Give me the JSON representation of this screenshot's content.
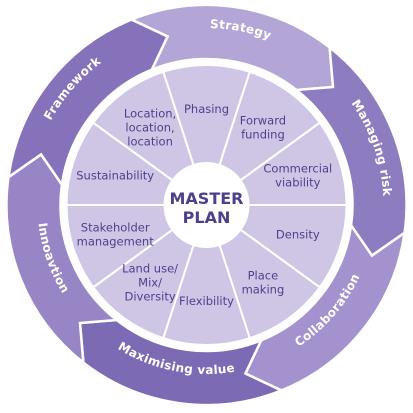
{
  "diagram": {
    "center": {
      "lines": [
        "MASTER",
        "PLAN"
      ]
    },
    "outer_ring": [
      {
        "label": "Strategy",
        "color": "#b3a5d6"
      },
      {
        "label": "Managing risk",
        "color": "#8d7cc0"
      },
      {
        "label": "Collaboration",
        "color": "#a392ce"
      },
      {
        "label": "Maximising value",
        "color": "#7c6ab5"
      },
      {
        "label": "Innoavtion",
        "color": "#9785c6"
      },
      {
        "label": "Framework",
        "color": "#8672bb"
      }
    ],
    "inner_segments": [
      {
        "lines": [
          "Phasing"
        ]
      },
      {
        "lines": [
          "Forward",
          "funding"
        ]
      },
      {
        "lines": [
          "Commercial",
          "viability"
        ]
      },
      {
        "lines": [
          "Density"
        ]
      },
      {
        "lines": [
          "Place",
          "making"
        ]
      },
      {
        "lines": [
          "Flexibility"
        ]
      },
      {
        "lines": [
          "Land use/",
          "Mix/",
          "Diversity"
        ]
      },
      {
        "lines": [
          "Stakeholder",
          "management"
        ]
      },
      {
        "lines": [
          "Sustainability"
        ]
      },
      {
        "lines": [
          "Location,",
          "location,",
          "location"
        ]
      }
    ],
    "colors": {
      "inner_fill": "#cfc6e6",
      "inner_border": "#ffffff",
      "text_dark": "#4e3f8c",
      "center_fill": "#ffffff",
      "arrow_outline": "#ffffff"
    }
  }
}
